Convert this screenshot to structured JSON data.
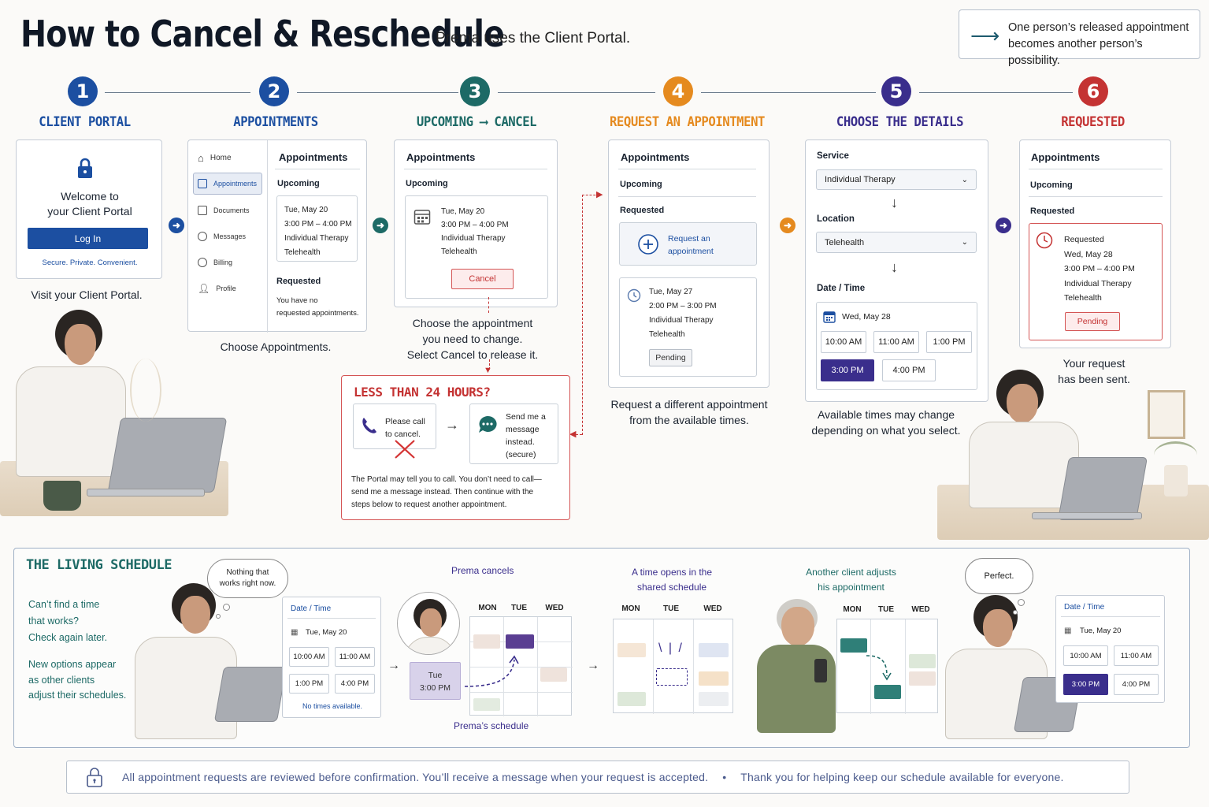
{
  "header": {
    "title": "How to Cancel & Reschedule",
    "subtitle": "Prema uses the Client Portal.",
    "quote": "One person’s released appointment becomes another person’s possibility."
  },
  "colors": {
    "step1": "#1c4fa1",
    "step2": "#1c4fa1",
    "step3": "#1d6a66",
    "step4": "#e58a1f",
    "step5": "#3a2e8c",
    "step6": "#c43333"
  },
  "steps": [
    {
      "num": "1",
      "label": "CLIENT PORTAL"
    },
    {
      "num": "2",
      "label": "APPOINTMENTS"
    },
    {
      "num": "3",
      "label": "UPCOMING ⟶ CANCEL"
    },
    {
      "num": "4",
      "label": "REQUEST AN APPOINTMENT"
    },
    {
      "num": "5",
      "label": "CHOOSE THE DETAILS"
    },
    {
      "num": "6",
      "label": "REQUESTED"
    }
  ],
  "step1": {
    "icon": "lock-icon",
    "welcome_line1": "Welcome to",
    "welcome_line2": "your Client Portal",
    "login": "Log In",
    "tagline": "Secure. Private. Convenient.",
    "caption": "Visit your Client Portal."
  },
  "step2": {
    "nav": [
      "Home",
      "Appointments",
      "Documents",
      "Messages",
      "Billing",
      "Profile"
    ],
    "heading": "Appointments",
    "upcoming": "Upcoming",
    "appt": [
      "Tue, May 20",
      "3:00 PM – 4:00 PM",
      "Individual Therapy",
      "Telehealth"
    ],
    "requested": "Requested",
    "none_line1": "You have no",
    "none_line2": "requested appointments.",
    "caption": "Choose Appointments."
  },
  "step3": {
    "heading": "Appointments",
    "upcoming": "Upcoming",
    "appt": [
      "Tue, May 20",
      "3:00 PM – 4:00 PM",
      "Individual Therapy",
      "Telehealth"
    ],
    "cancel": "Cancel",
    "caption_line1": "Choose the appointment",
    "caption_line2": "you need to change.",
    "caption_line3": "Select Cancel to release it."
  },
  "less24": {
    "title": "LESS THAN 24 HOURS?",
    "call_line1": "Please call",
    "call_line2": "to cancel.",
    "msg_line1": "Send me a",
    "msg_line2": "message",
    "msg_line3": "instead.",
    "msg_line4": "(secure)",
    "note_line1": "The Portal may tell you to call. You don’t need to call—",
    "note_line2": "send me a message instead. Then continue with the",
    "note_line3": "steps below to request another appointment."
  },
  "step4": {
    "heading": "Appointments",
    "upcoming": "Upcoming",
    "requested": "Requested",
    "request_line1": "Request an",
    "request_line2": "appointment",
    "appt": [
      "Tue, May 27",
      "2:00 PM – 3:00 PM",
      "Individual Therapy",
      "Telehealth"
    ],
    "pending": "Pending",
    "caption_line1": "Request a different appointment",
    "caption_line2": "from the available times."
  },
  "step5": {
    "service_label": "Service",
    "service_value": "Individual Therapy",
    "location_label": "Location",
    "location_value": "Telehealth",
    "datetime_label": "Date / Time",
    "date": "Wed, May 28",
    "slots": [
      "10:00 AM",
      "11:00 AM",
      "1:00 PM",
      "3:00 PM",
      "4:00 PM"
    ],
    "caption_line1": "Available times may change",
    "caption_line2": "depending on what you select."
  },
  "step6": {
    "heading": "Appointments",
    "upcoming": "Upcoming",
    "requested": "Requested",
    "appt": [
      "Requested",
      "Wed, May 28",
      "3:00 PM – 4:00 PM",
      "Individual Therapy",
      "Telehealth"
    ],
    "pending": "Pending",
    "caption_line1": "Your request",
    "caption_line2": "has been sent."
  },
  "living": {
    "title": "THE LIVING SCHEDULE",
    "text1_line1": "Can’t find a time",
    "text1_line2": "that works?",
    "text1_line3": "Check again later.",
    "text2_line1": "New options appear",
    "text2_line2": "as other clients",
    "text2_line3": "adjust their schedules.",
    "bubble1_line1": "Nothing that",
    "bubble1_line2": "works right now.",
    "panel1": {
      "label": "Date / Time",
      "date": "Tue, May 20",
      "slots": [
        "10:00 AM",
        "11:00 AM",
        "1:00 PM",
        "4:00 PM"
      ],
      "none": "No times available."
    },
    "prema_cancels": "Prema cancels",
    "cancel_slot_line1": "Tue",
    "cancel_slot_line2": "3:00 PM",
    "prema_schedule": "Prema’s schedule",
    "days": [
      "MON",
      "TUE",
      "WED"
    ],
    "opens_line1": "A time opens in the",
    "opens_line2": "shared schedule",
    "adjusts_line1": "Another client adjusts",
    "adjusts_line2": "his appointment",
    "bubble2": "Perfect.",
    "panel2": {
      "label": "Date / Time",
      "date": "Tue, May 20",
      "slots": [
        "10:00 AM",
        "11:00 AM",
        "3:00 PM",
        "4:00 PM"
      ]
    }
  },
  "footer": {
    "text1": "All appointment requests are reviewed before confirmation. You’ll receive a message when your request is accepted.",
    "sep": "•",
    "text2": "Thank you for helping keep our schedule available for everyone."
  }
}
